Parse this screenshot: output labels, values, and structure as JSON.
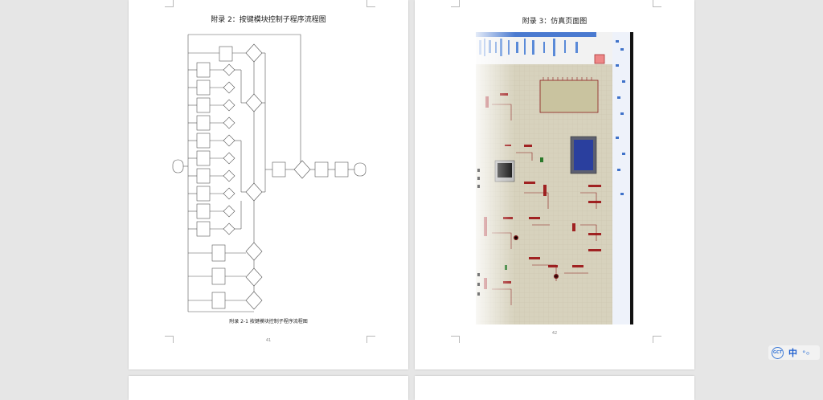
{
  "pages": [
    {
      "title": "附录 2：按键模块控制子程序流程图",
      "caption": "附录 2-1 按键模块控制子程序流程图",
      "page_number": "41"
    },
    {
      "title": "附录 3：仿真页面图",
      "page_number": "42"
    }
  ],
  "ime": {
    "logo": "GCT",
    "language": "中",
    "settings_icon": "dots-icon"
  },
  "colors": {
    "background": "#e6e6e6",
    "page": "#ffffff",
    "sim_canvas": "#d9d3bf",
    "sim_toolbar": "#3a70c8",
    "lcd": "#2a3f9e"
  }
}
